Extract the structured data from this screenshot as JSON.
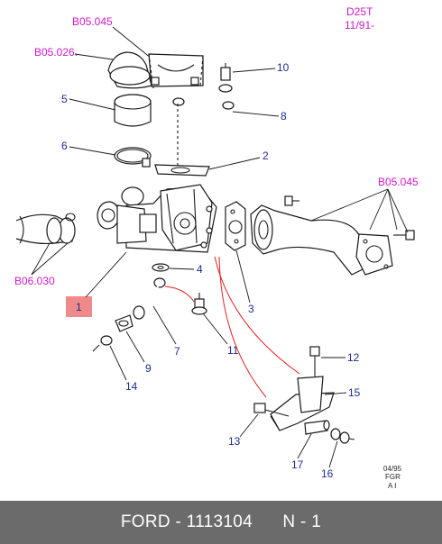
{
  "header": {
    "engine": "D25T",
    "date": "11/91-"
  },
  "references": {
    "b05045_top": "B05.045",
    "b05026": "B05.026.",
    "b05045_right": "B05.045",
    "b06030": "B06.030"
  },
  "callouts": {
    "c1": "1",
    "c2": "2",
    "c3": "3",
    "c4": "4",
    "c5": "5",
    "c6": "6",
    "c7": "7",
    "c8": "8",
    "c9": "9",
    "c10": "10",
    "c11": "11",
    "c12": "12",
    "c13": "13",
    "c14": "14",
    "c15": "15",
    "c16": "16",
    "c17": "17"
  },
  "stamp": {
    "line1": "04/95",
    "line2": "FGR",
    "line3": "A I"
  },
  "footer": {
    "brand_part": "FORD - 1113104",
    "qty": "N - 1"
  },
  "colors": {
    "reference_text": "#d11ac9",
    "callout_text": "#1d2b8f",
    "highlight_box": "#ef8a8a",
    "leader_red": "#e02020",
    "footer_bg": "#6b6b6b"
  }
}
